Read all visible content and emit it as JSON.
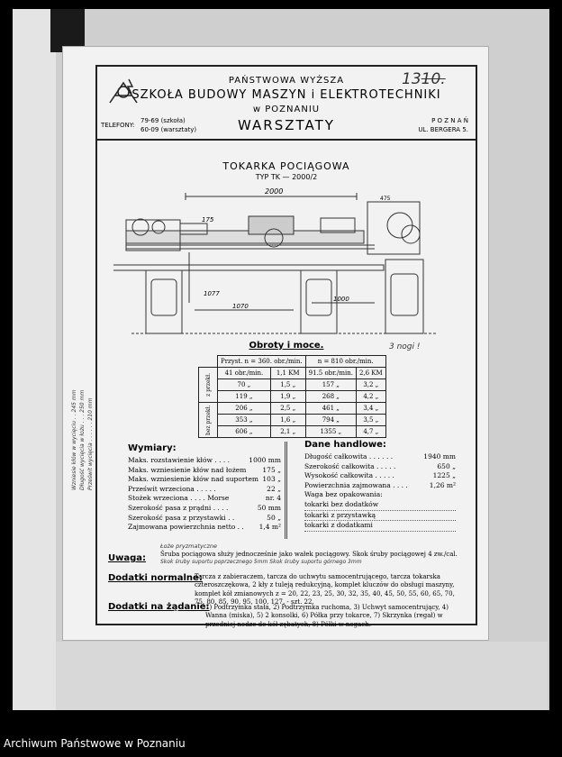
{
  "header": {
    "line1": "PAŃSTWOWA WYŻSZA",
    "line2": "SZKOŁA BUDOWY MASZYN i ELEKTROTECHNIKI",
    "line3": "w POZNANIU",
    "phone_label": "TELEFONY:",
    "phone1": "79-69 (szkoła)",
    "phone2": "60-09 (warsztaty)",
    "workshops": "WARSZTATY",
    "city": "P O Z N A Ń",
    "street": "UL. BERGERA 5.",
    "page_number": "13",
    "page_number_crossed": "10."
  },
  "machine": {
    "title": "TOKARKA POCIĄGOWA",
    "model": "TYP TK — 2000/2",
    "dim_length": "2000",
    "dim_height": "1077",
    "dim_bed1": "1070",
    "dim_bed2": "1000",
    "dim_swing": "175",
    "dim_top": "475"
  },
  "speeds": {
    "heading": "Obroty i moce.",
    "note": "3 nogi !",
    "col_header_1": "Przyst. n = 360. obr./min.",
    "col_header_2": "n = 810 obr./min.",
    "side_label_top": "z przekł.",
    "side_label_bottom": "bez przekł.",
    "rows": [
      {
        "n1": "41 obr./min.",
        "p1": "1,1 KM",
        "n2": "91.5 obr./min.",
        "p2": "2,6 KM"
      },
      {
        "n1": "70 „",
        "p1": "1,5 „",
        "n2": "157 „",
        "p2": "3,2 „"
      },
      {
        "n1": "119 „",
        "p1": "1,9 „",
        "n2": "268 „",
        "p2": "4,2 „"
      },
      {
        "n1": "206 „",
        "p1": "2,5 „",
        "n2": "461 „",
        "p2": "3,4 „"
      },
      {
        "n1": "353 „",
        "p1": "1,6 „",
        "n2": "794 „",
        "p2": "3,5 „"
      },
      {
        "n1": "606 „",
        "p1": "2,1 „",
        "n2": "1355 „",
        "p2": "4,7 „"
      }
    ]
  },
  "dimensions": {
    "heading": "Wymiary:",
    "items": [
      {
        "label": "Maks. rozstawienie kłów . . . .",
        "value": "1000 mm"
      },
      {
        "label": "Maks. wzniesienie kłów nad łożem",
        "value": "175 „"
      },
      {
        "label": "Maks. wzniesienie kłów nad suportem",
        "value": "103 „"
      },
      {
        "label": "Prześwit wrzeciona . . . . .",
        "value": "22 „"
      },
      {
        "label": "Stożek wrzeciona . . . . Morse",
        "value": "nr. 4"
      },
      {
        "label": "Szerokość pasa z prądni . . . .",
        "value": "50 mm"
      },
      {
        "label": "Szerokość pasa z przystawki . .",
        "value": "50 „"
      },
      {
        "label": "Zajmowana powierzchnia netto . .",
        "value": "1,4 m²"
      }
    ],
    "side_note_1": "Wzniesie kłów w wycięciu . . 245 mm",
    "side_note_2": "Długość wycięcia w łożu . . . 250 mm",
    "side_note_3": "Prześwit wycięcia . . . . . . 210 mm"
  },
  "trade": {
    "heading": "Dane handlowe:",
    "items": [
      {
        "label": "Długość całkowita . . . . . .",
        "value": "1940 mm"
      },
      {
        "label": "Szerokość całkowita . . . . .",
        "value": "650 „"
      },
      {
        "label": "Wysokość całkowita . . . . .",
        "value": "1225 „"
      },
      {
        "label": "Powierzchnia zajmowana . . . .",
        "value": "1,26 m²"
      },
      {
        "label": "Waga bez opakowania:",
        "value": ""
      },
      {
        "label": "tokarki bez dodatków",
        "value": ""
      },
      {
        "label": "tokarki z przystawką",
        "value": ""
      },
      {
        "label": "tokarki z dodatkami",
        "value": ""
      }
    ]
  },
  "notes": {
    "uwaga_label": "Uwaga:",
    "uwaga_hand": "Łoże pryzmatyczne",
    "uwaga_text": "Śruba pociągowa służy jednocześnie jako wałek pociągowy. Skok śruby pociągowej 4 zw./cal.",
    "uwaga_hand2": "Skok śruby suportu poprzecznego 5mm  Skok śruby suportu górnego 3mm",
    "normal_label": "Dodatki normalne:",
    "normal_text": "Tarcza z zabieraczem, tarcza do uchwytu samocentrującego, tarcza tokarska czteroszczękowa, 2 kły z tuleją redukcyjną, komplet kluczów do obsługi maszyny, komplet kół zmianowych z = 20, 22, 23, 25, 30, 32, 35, 40, 45, 50, 55, 60, 65, 70, 75, 80, 85, 90, 95, 100, 127, - szt. 22.",
    "order_label": "Dodatki na żądanie:",
    "order_text": "1) Podtrzymka stała, 2) Podtrzymka ruchoma, 3) Uchwyt samocentrujący, 4) Wanna (miska), 5) 2 konsolki, 6) Półka przy tokarce, 7) Skrzynka (regał) w przedniej nodze do kół zębatych, 8) Półki w nogach."
  },
  "footer": {
    "archive": "Archiwum Państwowe w Poznaniu"
  }
}
